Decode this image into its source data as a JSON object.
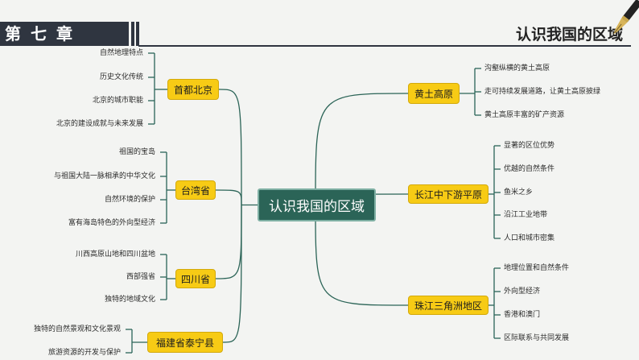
{
  "header": {
    "chapter": "第七章",
    "title": "认识我国的区域"
  },
  "diagram": {
    "center": "认识我国的区域",
    "branches": [
      {
        "label": "首都北京",
        "items": [
          "自然地理特点",
          "历史文化传统",
          "北京的城市职能",
          "北京的建设成就与未来发展"
        ]
      },
      {
        "label": "台湾省",
        "items": [
          "祖国的宝岛",
          "与祖国大陆一脉相承的中华文化",
          "自然环境的保护",
          "富有海岛特色的外向型经济"
        ]
      },
      {
        "label": "四川省",
        "items": [
          "川西高原山地和四川盆地",
          "西部强省",
          "独特的地域文化"
        ]
      },
      {
        "label": "福建省泰宁县",
        "items": [
          "独特的自然景观和文化景观",
          "旅游资源的开发与保护"
        ]
      },
      {
        "label": "黄土高原",
        "items": [
          "沟壑纵横的黄土高原",
          "走可持续发展道路，让黄土高原披绿",
          "黄土高原丰富的矿产资源"
        ]
      },
      {
        "label": "长江中下游平原",
        "items": [
          "显著的区位优势",
          "优越的自然条件",
          "鱼米之乡",
          "沿江工业地带",
          "人口和城市密集"
        ]
      },
      {
        "label": "珠江三角洲地区",
        "items": [
          "地理位置和自然条件",
          "外向型经济",
          "香港和澳门",
          "区际联系与共同发展"
        ]
      }
    ]
  },
  "colors": {
    "center_fill": "#2b6457",
    "branch_fill": "#f7cb15",
    "connector": "#2b6457",
    "header_bar": "#2f3540"
  }
}
